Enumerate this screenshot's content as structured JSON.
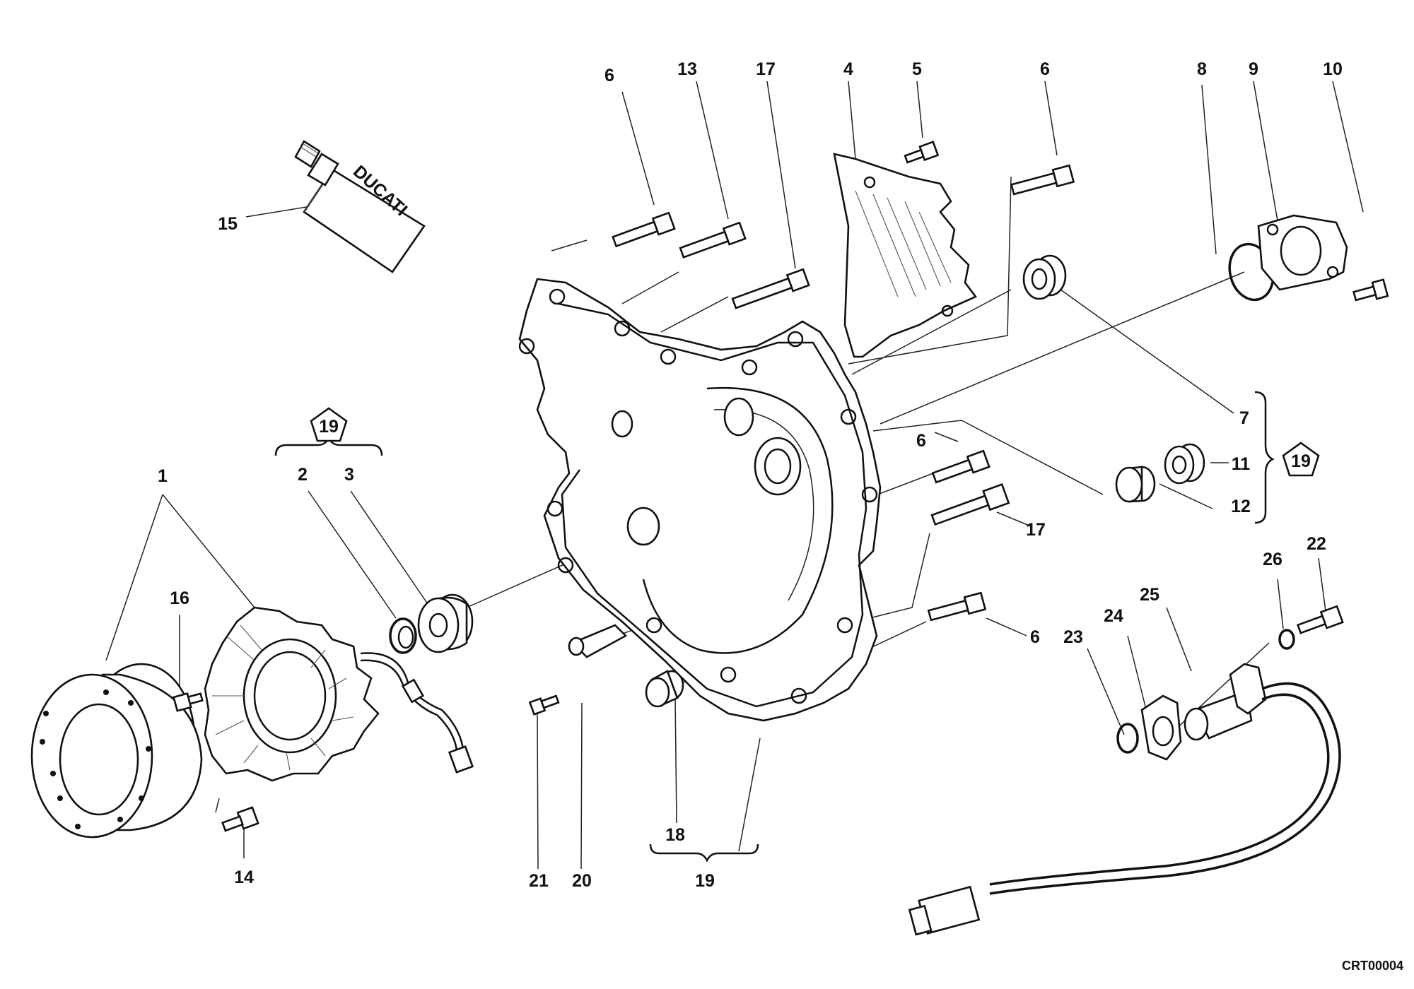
{
  "diagram": {
    "code": "CRT00004",
    "tube_text": "DUCATI",
    "group_symbol": "19",
    "labels": {
      "p1": "1",
      "p2": "2",
      "p3": "3",
      "p4": "4",
      "p5": "5",
      "p6a": "6",
      "p6b": "6",
      "p6c": "6",
      "p6d": "6",
      "p7": "7",
      "p8": "8",
      "p9": "9",
      "p10": "10",
      "p11": "11",
      "p12": "12",
      "p13": "13",
      "p14": "14",
      "p15": "15",
      "p16": "16",
      "p17a": "17",
      "p17b": "17",
      "p18": "18",
      "p19": "19",
      "p20": "20",
      "p21": "21",
      "p22": "22",
      "p23": "23",
      "p24": "24",
      "p25": "25",
      "p26": "26"
    }
  }
}
